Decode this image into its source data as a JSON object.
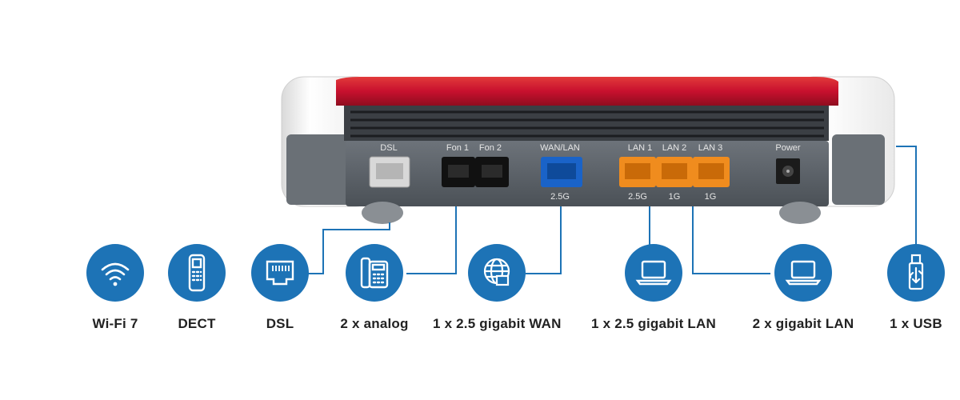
{
  "ports": {
    "dsl": "DSL",
    "fon1": "Fon 1",
    "fon2": "Fon 2",
    "wanlan": "WAN/LAN",
    "lan1": "LAN 1",
    "lan2": "LAN 2",
    "lan3": "LAN 3",
    "power": "Power",
    "speed_wan": "2.5G",
    "speed_lan1": "2.5G",
    "speed_lan2": "1G",
    "speed_lan3": "1G"
  },
  "features": [
    {
      "label": "Wi-Fi 7",
      "icon": "wifi-icon"
    },
    {
      "label": "DECT",
      "icon": "dect-phone-icon"
    },
    {
      "label": "DSL",
      "icon": "dsl-port-icon"
    },
    {
      "label": "2 x analog",
      "icon": "analog-phone-icon"
    },
    {
      "label": "1 x 2.5 gigabit WAN",
      "icon": "globe-icon"
    },
    {
      "label": "1 x 2.5 gigabit LAN",
      "icon": "laptop-icon"
    },
    {
      "label": "2 x gigabit LAN",
      "icon": "laptop-icon"
    },
    {
      "label": "1 x USB",
      "icon": "usb-icon"
    }
  ],
  "colors": {
    "accent": "#1d73b6",
    "router_red": "#c8102e",
    "router_body": "#5d6369",
    "wan_port": "#1a63c8",
    "lan_port": "#f08c1e"
  }
}
